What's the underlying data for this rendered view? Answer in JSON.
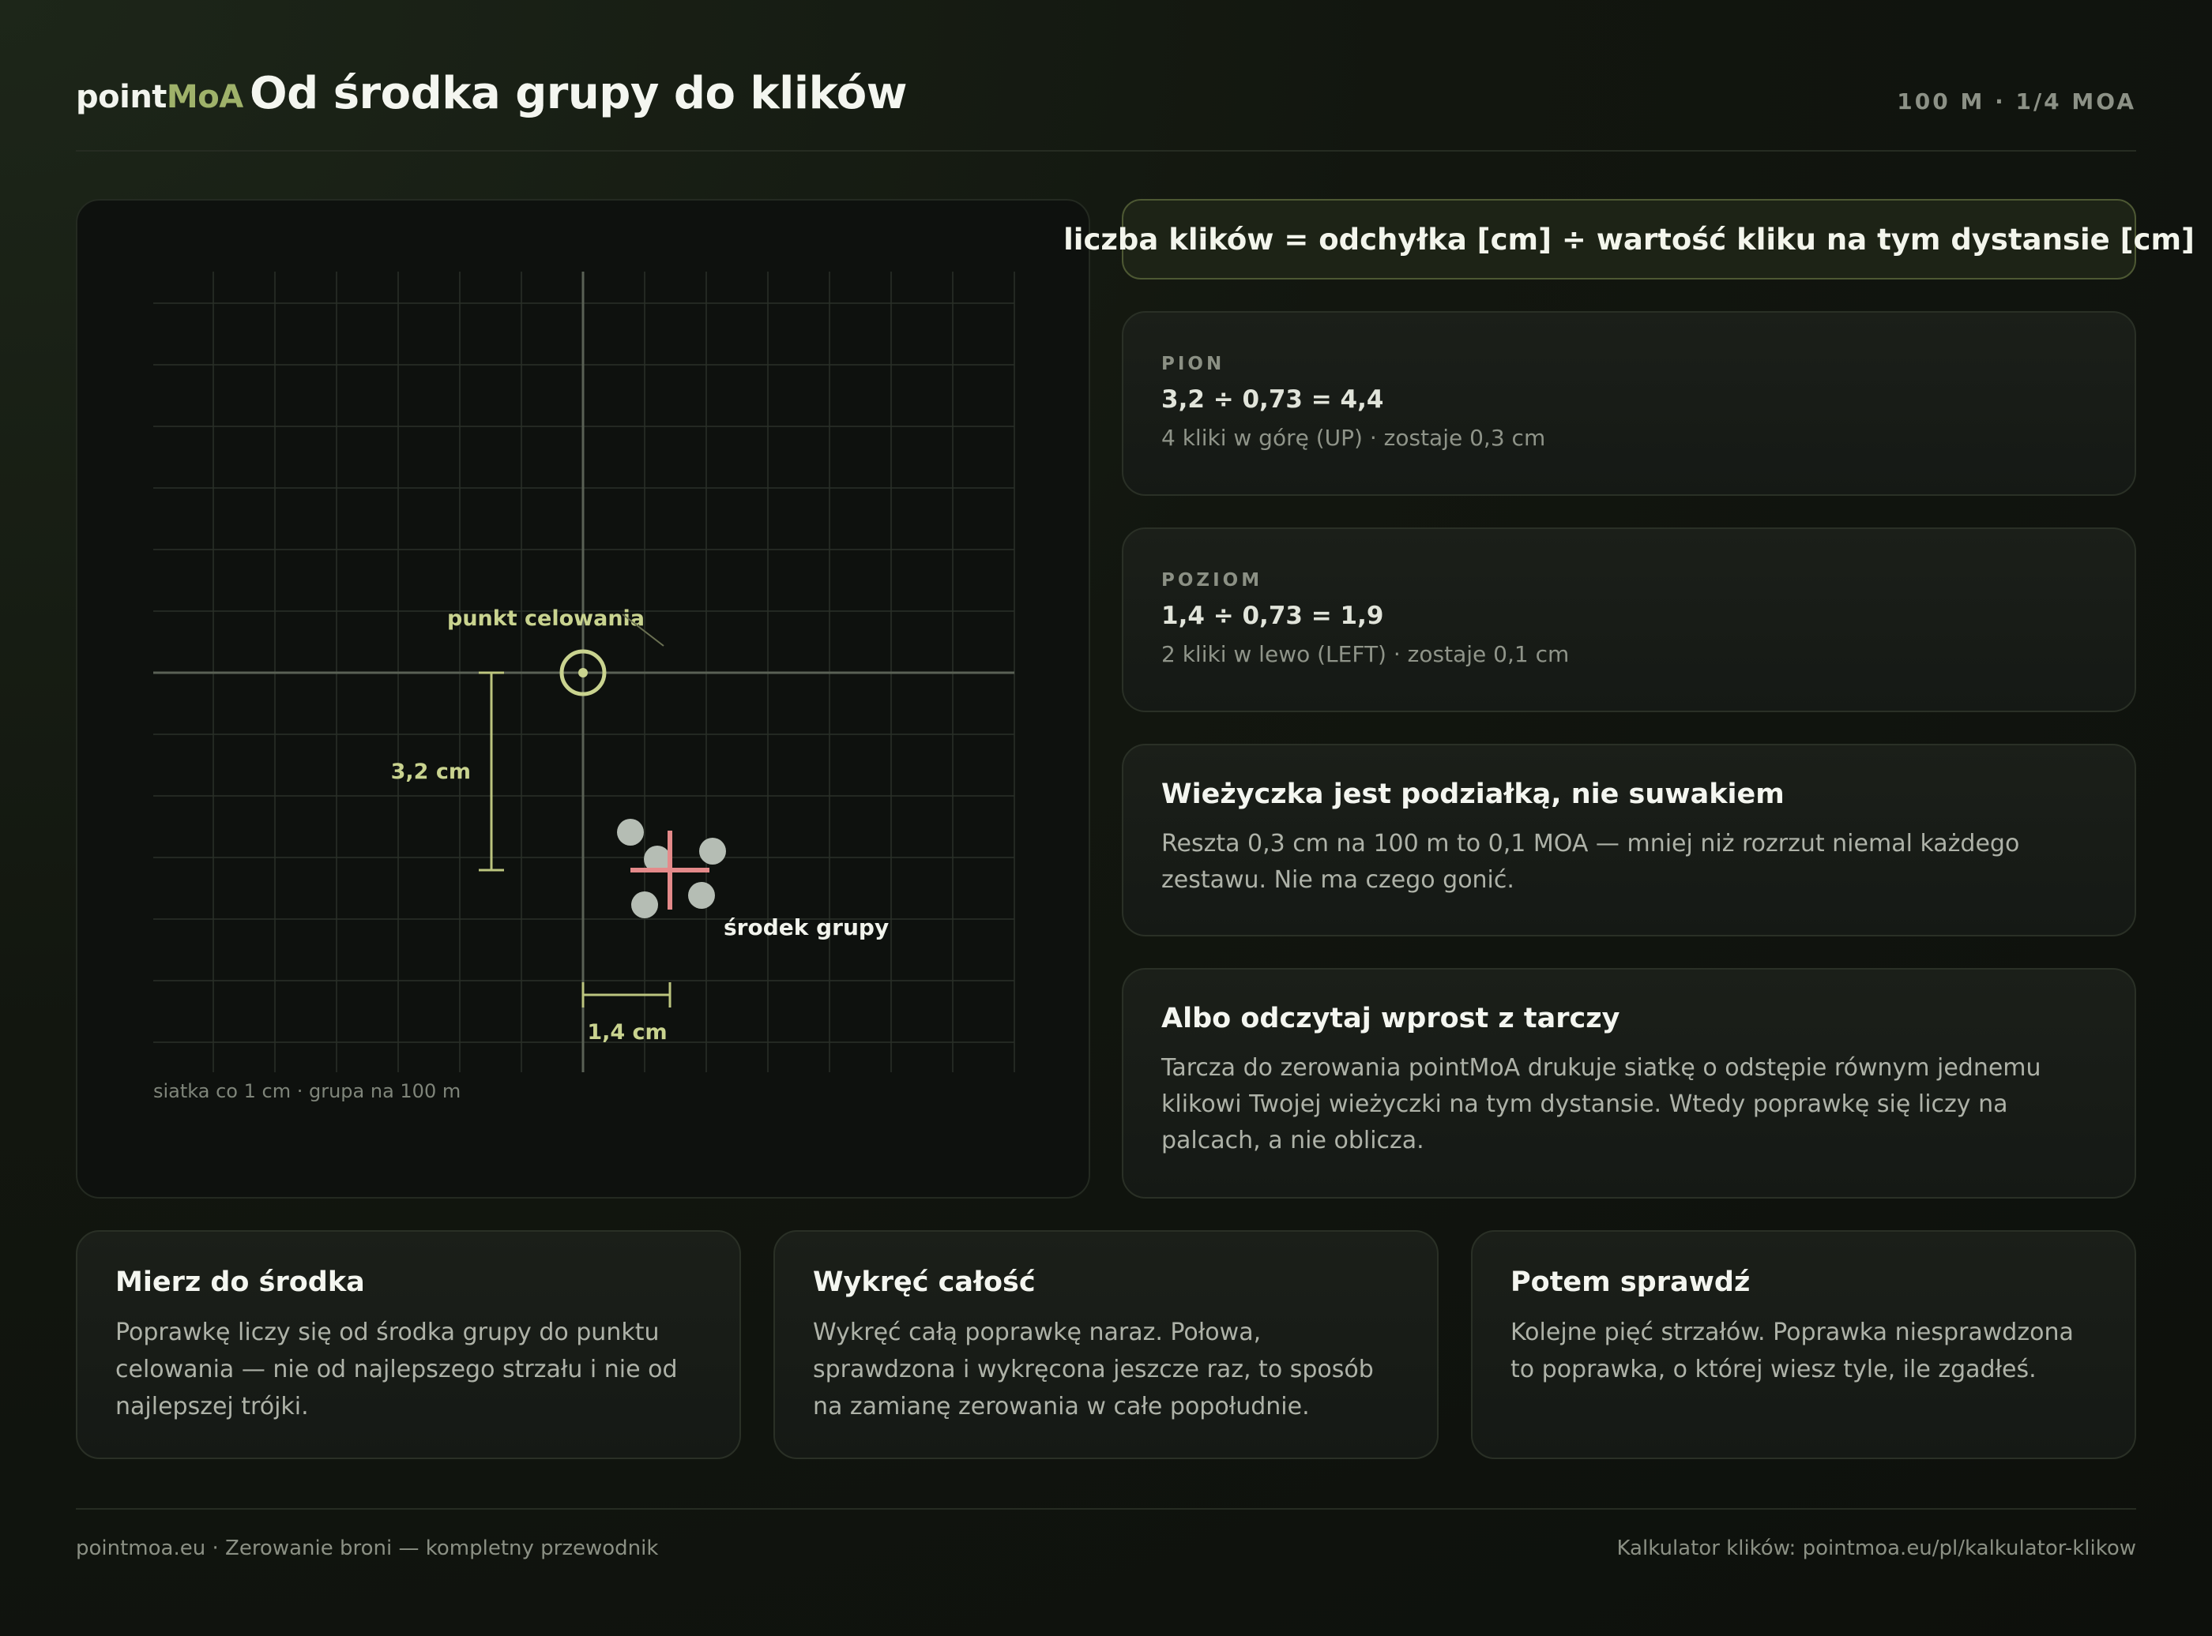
{
  "header": {
    "brand_a": "point",
    "brand_b": "MoA",
    "title": "Od środka grupy do klików",
    "meta": "100 M · 1/4 MOA"
  },
  "colors": {
    "accent": "#9fb26a",
    "aim_point": "#c9d38f",
    "group_center": "#e48a8a",
    "shot": "#b5bdb4"
  },
  "diagram": {
    "aim_label": "punkt celowania",
    "group_label": "środek grupy",
    "vertical_offset_label": "3,2 cm",
    "horizontal_offset_label": "1,4 cm",
    "caption": "siatka co 1 cm · grupa na 100 m"
  },
  "formula": "liczba klików = odchyłka [cm] ÷ wartość kliku na tym dystansie [cm]",
  "vertical": {
    "label": "PION",
    "equation": "3,2 ÷ 0,73 = 4,4",
    "note": "4 kliki w górę (UP) · zostaje 0,3 cm"
  },
  "horizontal": {
    "label": "POZIOM",
    "equation": "1,4 ÷ 0,73 = 1,9",
    "note": "2 kliki w lewo (LEFT) · zostaje 0,1 cm"
  },
  "info1": {
    "heading": "Wieżyczka jest podziałką, nie suwakiem",
    "text": "Reszta 0,3 cm na 100 m to 0,1 MOA — mniej niż rozrzut niemal każdego zestawu. Nie ma czego gonić."
  },
  "info2": {
    "heading": "Albo odczytaj wprost z tarczy",
    "text": "Tarcza do zerowania pointMoA drukuje siatkę o odstępie równym jednemu klikowi Twojej wieżyczki na tym dystansie. Wtedy poprawkę się liczy na palcach, a nie oblicza."
  },
  "tips": [
    {
      "heading": "Mierz do środka",
      "text": "Poprawkę liczy się od środka grupy do punktu celowania — nie od najlepszego strzału i nie od najlepszej trójki."
    },
    {
      "heading": "Wykręć całość",
      "text": "Wykręć całą poprawkę naraz. Połowa, sprawdzona i wykręcona jeszcze raz, to sposób na zamianę zerowania w całe popołudnie."
    },
    {
      "heading": "Potem sprawdź",
      "text": "Kolejne pięć strzałów. Poprawka niesprawdzona to poprawka, o której wiesz tyle, ile zgadłeś."
    }
  ],
  "footer": {
    "left": "pointmoa.eu · Zerowanie broni — kompletny przewodnik",
    "right": "Kalkulator klików: pointmoa.eu/pl/kalkulator-klikow"
  }
}
